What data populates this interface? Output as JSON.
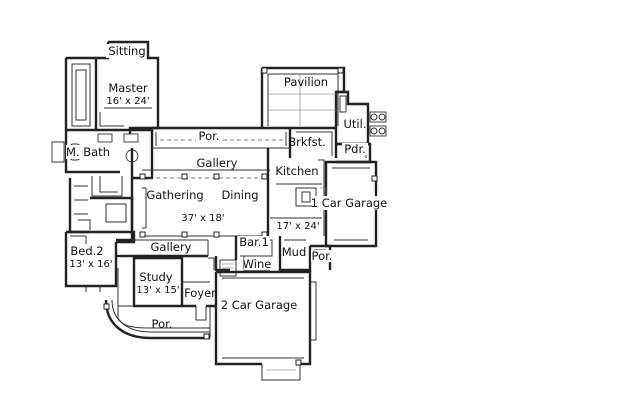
{
  "rooms": {
    "sitting": "Sitting",
    "master": "Master",
    "master_dim": "16' x 24'",
    "pavilion": "Pavilion",
    "util": "Util.",
    "porch_top": "Por.",
    "brkfst": "Brkfst.",
    "pdr": "Pdr.",
    "m_bath": "M. Bath",
    "gallery_top": "Gallery",
    "kitchen": "Kitchen",
    "gathering": "Gathering",
    "dining": "Dining",
    "gathering_dim": "37' x 18'",
    "garage1": "1 Car Garage",
    "garage1_dim": "17' x 24'",
    "bed2": "Bed.2",
    "bed2_dim": "13' x 16'",
    "gallery_bottom": "Gallery",
    "bar": "Bar.1",
    "mud": "Mud",
    "porch_mud": "Por.",
    "wine": "Wine",
    "study": "Study",
    "study_dim": "13' x 15'",
    "foyer": "Foyer",
    "garage2": "2 Car Garage",
    "porch_front": "Por."
  }
}
